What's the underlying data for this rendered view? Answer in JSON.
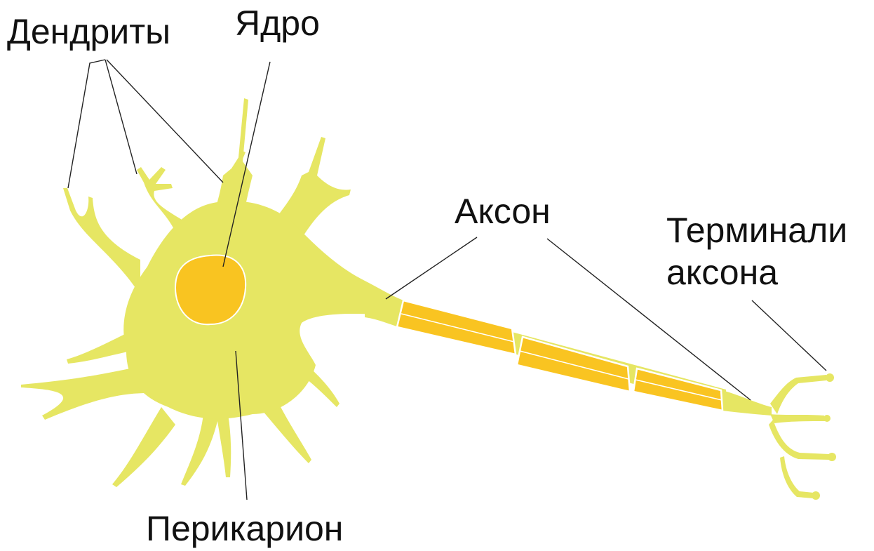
{
  "diagram": {
    "labels": {
      "dendrites": "Дендриты",
      "nucleus": "Ядро",
      "axon": "Аксон",
      "terminals_line1": "Терминали",
      "terminals_line2": "аксона",
      "perikaryon": "Перикарион"
    },
    "colors": {
      "cell_body": "#E6E663",
      "nucleus": "#F9C421",
      "myelin": "#F9C421",
      "outline": "#FFFFFF",
      "leader_lines": "#222222",
      "text": "#111111"
    },
    "myelin_segments": 3
  }
}
